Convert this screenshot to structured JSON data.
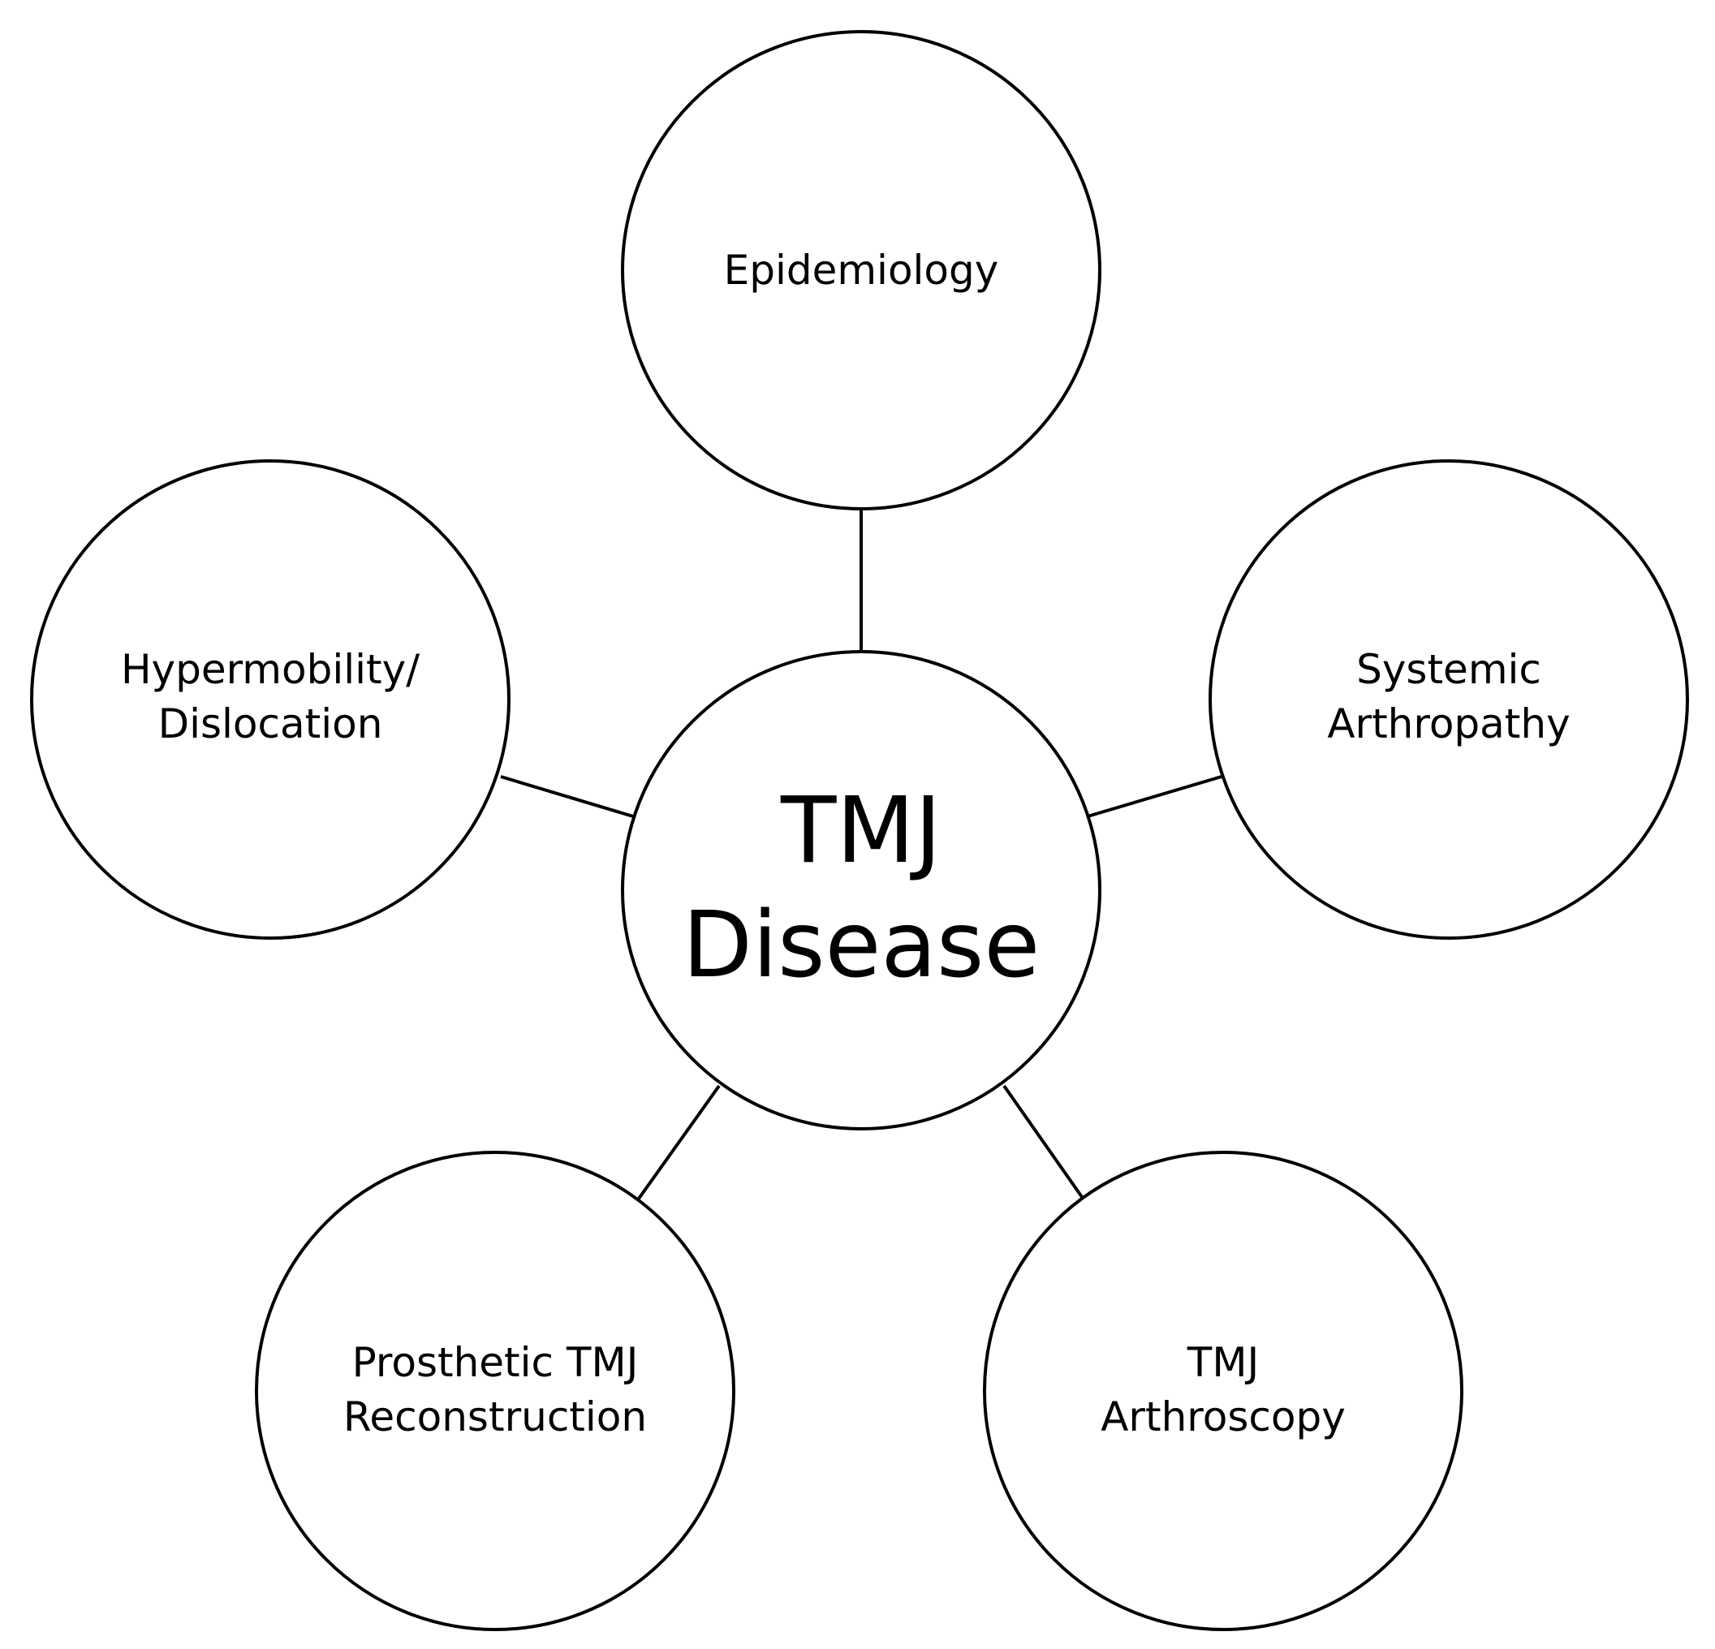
{
  "diagram": {
    "center": {
      "line1": "TMJ",
      "line2": "Disease"
    },
    "nodes": {
      "epidemiology": {
        "line1": "Epidemiology"
      },
      "systemic": {
        "line1": "Systemic",
        "line2": "Arthropathy"
      },
      "arthroscopy": {
        "line1": "TMJ",
        "line2": "Arthroscopy"
      },
      "prosthetic": {
        "line1": "Prosthetic TMJ",
        "line2": "Reconstruction"
      },
      "hypermobility": {
        "line1": "Hypermobility/",
        "line2": "Dislocation"
      }
    },
    "colors": {
      "stroke": "#000000",
      "fill": "#ffffff",
      "text": "#000000"
    }
  }
}
